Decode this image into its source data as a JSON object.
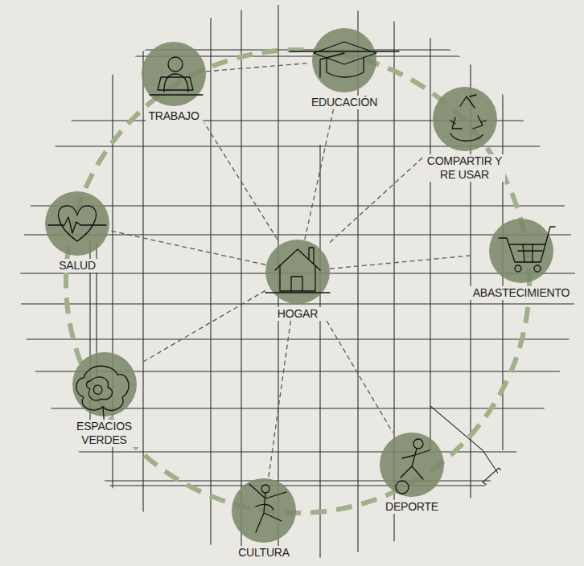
{
  "diagram": {
    "nodes": [
      {
        "text": [
          "TRABAJO"
        ]
      },
      {
        "text": [
          "EDUCACIÓN"
        ]
      },
      {
        "text": [
          "COMPARTIR Y RE USAR"
        ]
      },
      {
        "text": [
          "SALUD"
        ]
      },
      {
        "text": [
          "HOGAR"
        ]
      },
      {
        "text": [
          "ABASTECIMIENTO"
        ]
      },
      {
        "text": [
          "ESPACIOS VERDES"
        ]
      },
      {
        "text": [
          "DEPORTE"
        ]
      },
      {
        "text": [
          "CULTURA"
        ]
      }
    ],
    "edges": [
      {
        "from": 4,
        "to": 0,
        "arrow": "none"
      },
      {
        "from": 4,
        "to": 1,
        "arrow": "none"
      },
      {
        "from": 4,
        "to": 2,
        "arrow": "none"
      },
      {
        "from": 4,
        "to": 5,
        "arrow": "none"
      },
      {
        "from": 4,
        "to": 7,
        "arrow": "none"
      },
      {
        "from": 4,
        "to": 8,
        "arrow": "none"
      },
      {
        "from": 4,
        "to": 6,
        "arrow": "none"
      },
      {
        "from": 4,
        "to": 3,
        "arrow": "none"
      },
      {
        "from": 0,
        "to": 1,
        "arrow": "none"
      }
    ]
  }
}
